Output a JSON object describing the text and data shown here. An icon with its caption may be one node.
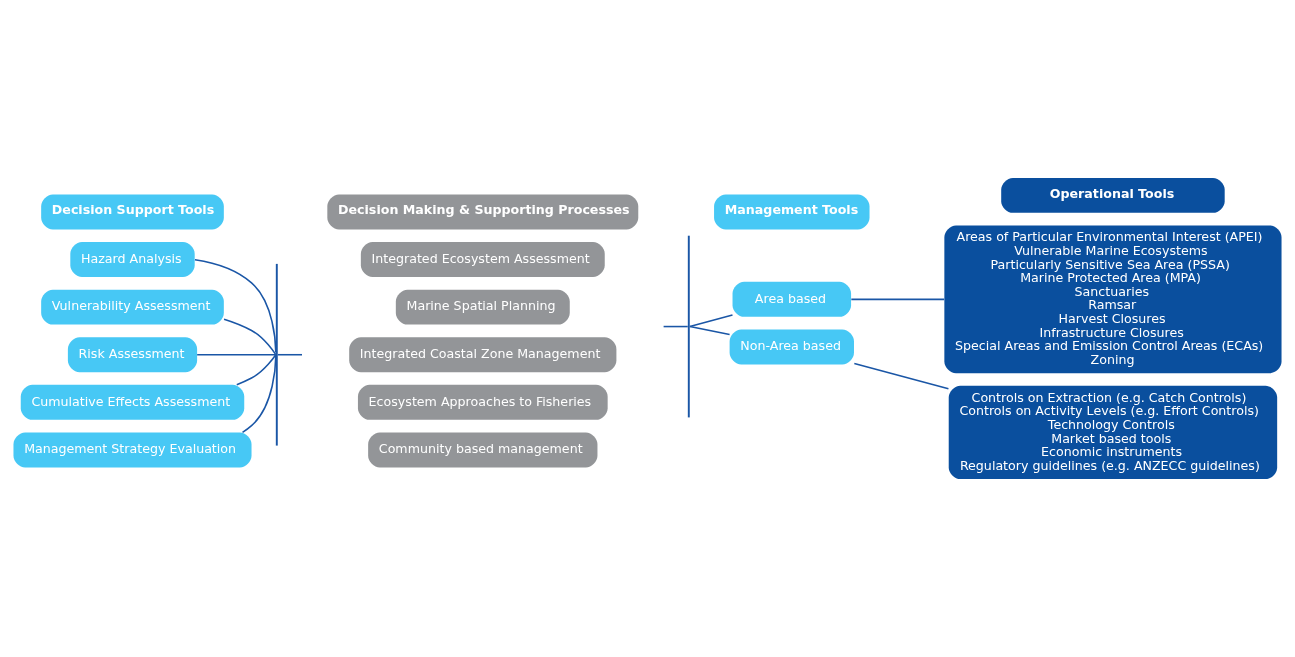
{
  "diagram": {
    "nodes": [
      {
        "text": [
          "Decision Support Tools"
        ]
      },
      {
        "text": [
          "Decision Making & Supporting Processes"
        ]
      },
      {
        "text": [
          "Management Tools"
        ]
      },
      {
        "text": [
          "Operational Tools"
        ]
      },
      {
        "text": [
          "Hazard Analysis"
        ]
      },
      {
        "text": [
          "Vulnerability Assessment"
        ]
      },
      {
        "text": [
          "Risk Assessment"
        ]
      },
      {
        "text": [
          "Cumulative Effects Assessment"
        ]
      },
      {
        "text": [
          "Management Strategy Evaluation"
        ]
      },
      {
        "text": [
          "Integrated Ecosystem Assessment"
        ]
      },
      {
        "text": [
          "Marine Spatial Planning"
        ]
      },
      {
        "text": [
          "Integrated Coastal Zone Management"
        ]
      },
      {
        "text": [
          "Ecosystem Approaches to Fisheries"
        ]
      },
      {
        "text": [
          "Community based management"
        ]
      },
      {
        "text": [
          "Area based"
        ]
      },
      {
        "text": [
          "Non-Area based"
        ]
      },
      {
        "text": [
          "Areas of Particular Environmental Interest (APEI)",
          "Vulnerable Marine Ecosystems",
          "Particularly Sensitive Sea Area (PSSA)",
          "Marine Protected Area (MPA)",
          "Sanctuaries",
          "Ramsar",
          "Harvest Closures",
          "Infrastructure Closures",
          "Special Areas and Emission Control Areas (ECAs)",
          "Zoning"
        ]
      },
      {
        "text": [
          "Controls on Extraction (e.g. Catch Controls)",
          "Controls on Activity Levels (e.g. Effort Controls)",
          "Technology Controls",
          "Market based tools",
          "Economic instruments",
          "Regulatory guidelines (e.g. ANZECC guidelines)"
        ]
      },
      {
        "text": [],
        "shape": "bar"
      },
      {
        "text": [],
        "shape": "bar"
      }
    ],
    "edges": [
      {
        "from": 4,
        "to": 18,
        "arrow": "none"
      },
      {
        "from": 5,
        "to": 18,
        "arrow": "none"
      },
      {
        "from": 6,
        "to": 18,
        "arrow": "none"
      },
      {
        "from": 7,
        "to": 18,
        "arrow": "none"
      },
      {
        "from": 8,
        "to": 18,
        "arrow": "none"
      },
      {
        "from": 18,
        "to": null,
        "arrow": "none"
      },
      {
        "from": null,
        "to": 19,
        "arrow": "none"
      },
      {
        "from": 19,
        "to": 14,
        "arrow": "none"
      },
      {
        "from": 19,
        "to": 15,
        "arrow": "none"
      },
      {
        "from": 14,
        "to": 16,
        "arrow": "none"
      },
      {
        "from": 15,
        "to": 17,
        "arrow": "none"
      }
    ]
  }
}
